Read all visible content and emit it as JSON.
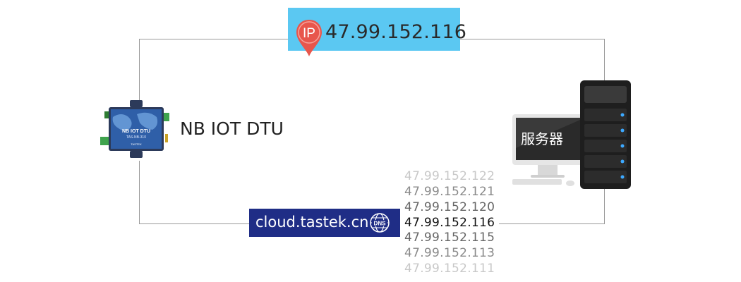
{
  "ip_badge": {
    "icon_text": "IP",
    "address": "47.99.152.116"
  },
  "device": {
    "label": "NB IOT DTU",
    "body_text": "NB IOT DTU",
    "model_text": "TAS-NB-310",
    "brand_text": "TASTEK"
  },
  "server": {
    "screen_text": "服务器"
  },
  "domain": {
    "text": "cloud.tastek.cn",
    "icon_text": "DNS"
  },
  "ip_list": [
    {
      "text": "47.99.152.122",
      "color": "#c8c8c8"
    },
    {
      "text": "47.99.152.121",
      "color": "#8a8a8a"
    },
    {
      "text": "47.99.152.120",
      "color": "#666666"
    },
    {
      "text": "47.99.152.116",
      "color": "#111111"
    },
    {
      "text": "47.99.152.115",
      "color": "#666666"
    },
    {
      "text": "47.99.152.113",
      "color": "#8a8a8a"
    },
    {
      "text": "47.99.152.111",
      "color": "#c8c8c8"
    }
  ],
  "colors": {
    "ip_box": "#5bc8f2",
    "pin": "#e8564c",
    "domain_box": "#1f2d86",
    "connector": "#9a9a9a"
  }
}
